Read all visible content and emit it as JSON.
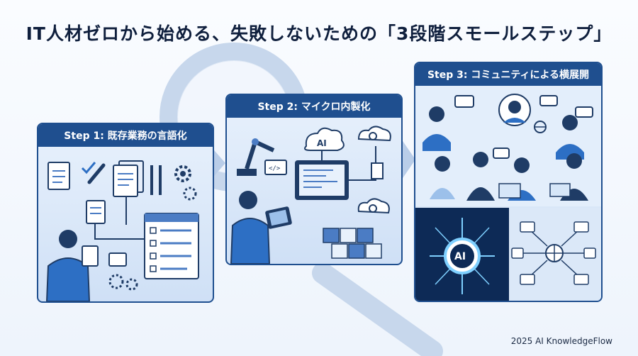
{
  "title": "IT人材ゼロから始める、失敗しないための「3段階スモールステップ」",
  "steps": [
    {
      "label": "Step 1: 既存業務の言語化"
    },
    {
      "label": "Step 2: マイクロ内製化"
    },
    {
      "label": "Step 3: コミュニティによる横展開"
    }
  ],
  "badges": {
    "ai_cloud": "AI",
    "ai_core": "AI"
  },
  "footer": "2025 AI KnowledgeFlow",
  "icons": [
    "magnifier-icon",
    "document-icon",
    "checklist-icon",
    "gear-icon",
    "pencil-icon",
    "robot-arm-icon",
    "cloud-icon",
    "code-icon",
    "monitor-icon",
    "tablet-icon",
    "blocks-icon",
    "chat-bubble-icon",
    "globe-icon",
    "folder-icon",
    "network-icon",
    "laptop-icon"
  ],
  "colors": {
    "primary": "#1f4f8f",
    "panel": "#d6e6f8",
    "title": "#0f1f3d",
    "glow": "#7fd0ff"
  }
}
